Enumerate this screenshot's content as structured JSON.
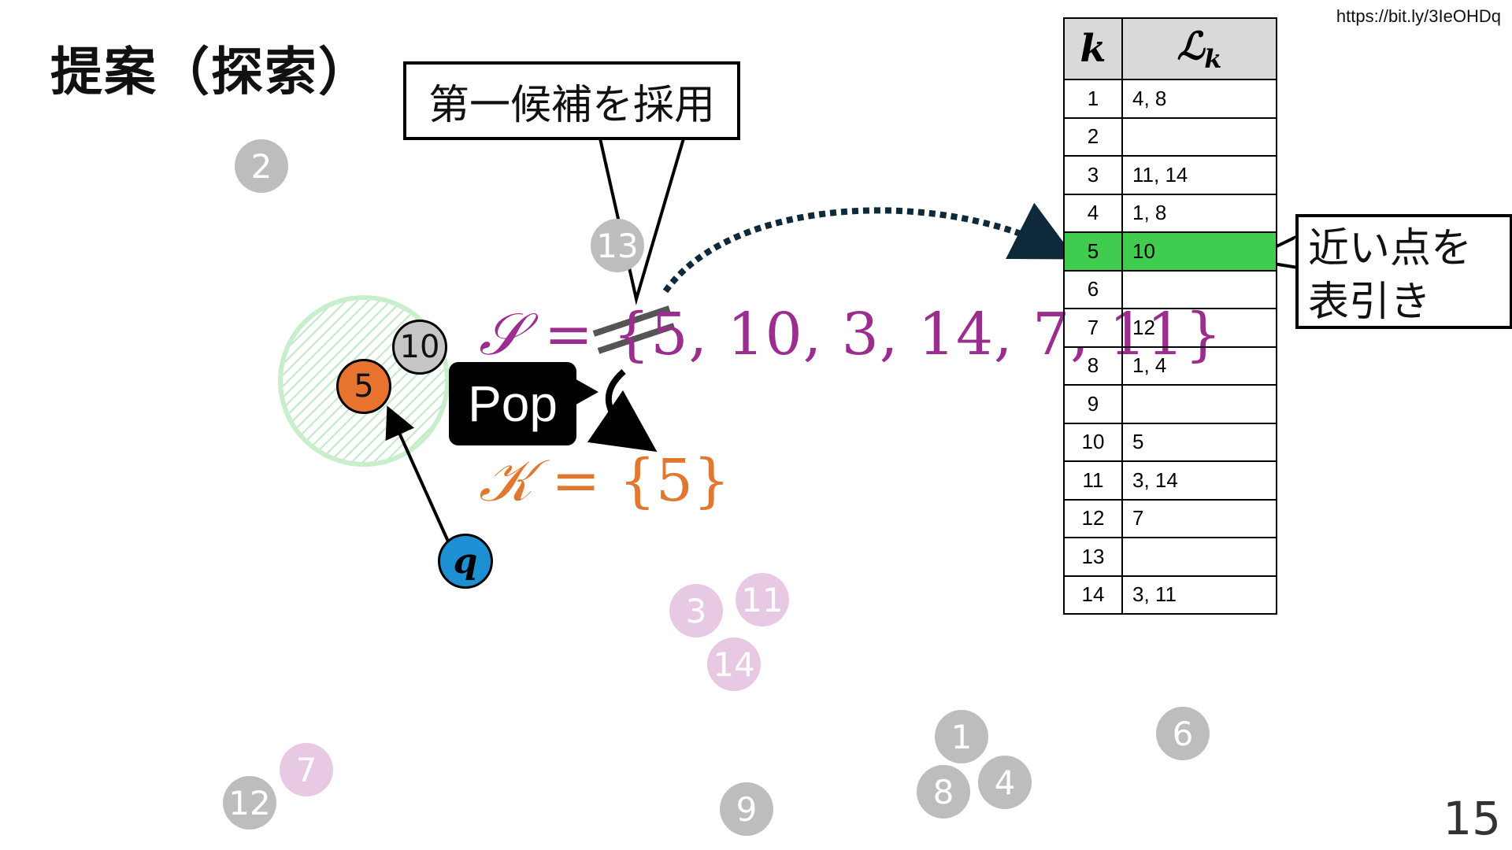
{
  "title": "提案（探索）",
  "url": "https://bit.ly/3IeOHDq",
  "page_number": "15",
  "callout_top": "第一候補を採用",
  "callout_right_line1": "近い点を",
  "callout_right_line2": "表引き",
  "pop_label": "Pop",
  "set_s": {
    "symbol": "𝒮",
    "expression": "= {5, 10, 3, 14, 7, 11}",
    "color": "#9b2d8f"
  },
  "set_k": {
    "symbol": "𝒦",
    "expression": "= {5}",
    "color": "#e07832"
  },
  "query_label": "q",
  "nodes": {
    "n2": "2",
    "n13": "13",
    "n10": "10",
    "n5": "5",
    "n3": "3",
    "n11": "11",
    "n14": "14",
    "n1": "1",
    "n6": "6",
    "n8": "8",
    "n4": "4",
    "n9": "9",
    "n7": "7",
    "n12": "12"
  },
  "table": {
    "header_k": "k",
    "header_l": "ℒk",
    "highlight_color": "#40cc4f",
    "rows": [
      {
        "k": "1",
        "l": "4, 8"
      },
      {
        "k": "2",
        "l": ""
      },
      {
        "k": "3",
        "l": "11, 14"
      },
      {
        "k": "4",
        "l": "1, 8"
      },
      {
        "k": "5",
        "l": "10"
      },
      {
        "k": "6",
        "l": ""
      },
      {
        "k": "7",
        "l": "12"
      },
      {
        "k": "8",
        "l": "1, 4"
      },
      {
        "k": "9",
        "l": ""
      },
      {
        "k": "10",
        "l": "5"
      },
      {
        "k": "11",
        "l": "3, 14"
      },
      {
        "k": "12",
        "l": "7"
      },
      {
        "k": "13",
        "l": ""
      },
      {
        "k": "14",
        "l": "3, 11"
      }
    ]
  }
}
